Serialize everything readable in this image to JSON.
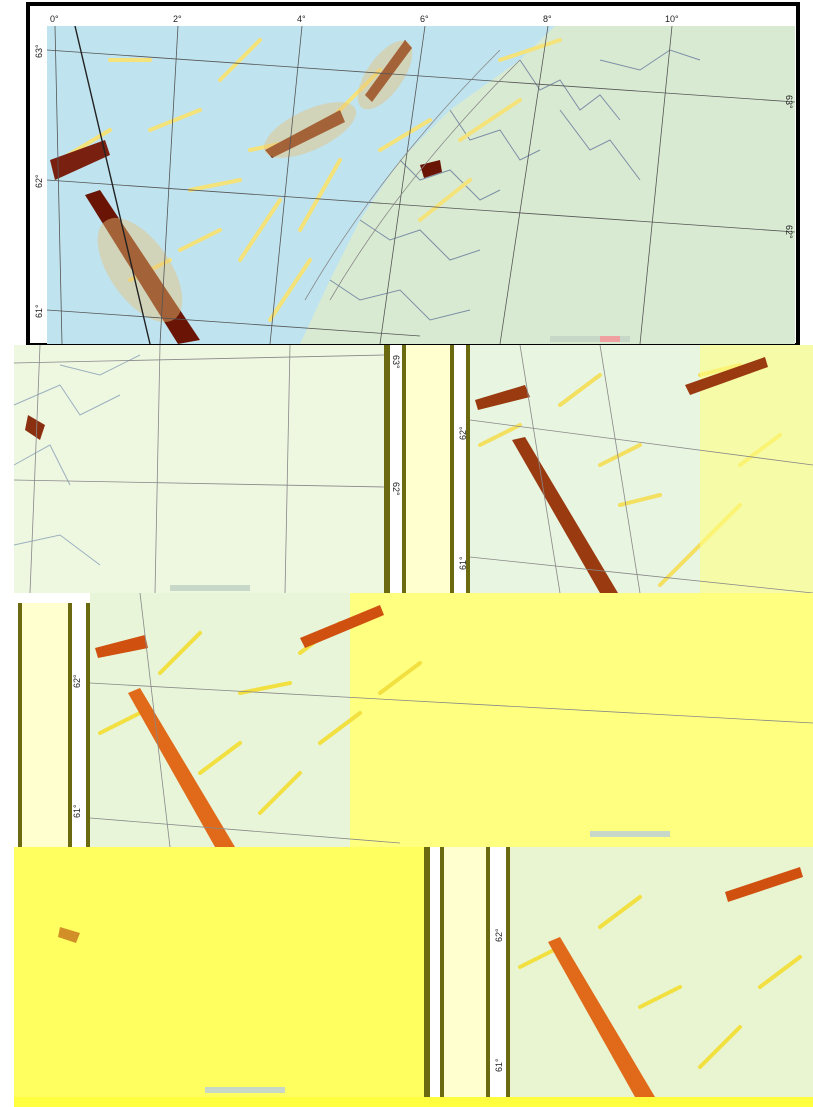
{
  "map": {
    "top": {
      "lon_labels": [
        "0°",
        "2°",
        "4°",
        "6°",
        "8°",
        "10°"
      ],
      "lat_labels_left": [
        "63°",
        "62°",
        "61°"
      ],
      "lat_labels_right": [
        "63°",
        "62°"
      ]
    },
    "strip2_left": {
      "lat_labels": [
        "63°",
        "62°"
      ]
    },
    "strip2_right": {
      "lat_labels": [
        "62°",
        "61°"
      ]
    },
    "strip3": {
      "lat_labels": [
        "62°",
        "61°"
      ]
    },
    "strip4_right": {
      "lat_labels": [
        "62°",
        "61°"
      ]
    }
  },
  "colors": {
    "sea": "#bfe3ef",
    "land": "#d9ead2",
    "fault_yellow": "#f4e27a",
    "fault_dark": "#6a1405",
    "frame": "#000000",
    "pale_yellow": "#ffffd0",
    "bright_yellow": "#ffff55",
    "orange": "#e06a1a"
  }
}
